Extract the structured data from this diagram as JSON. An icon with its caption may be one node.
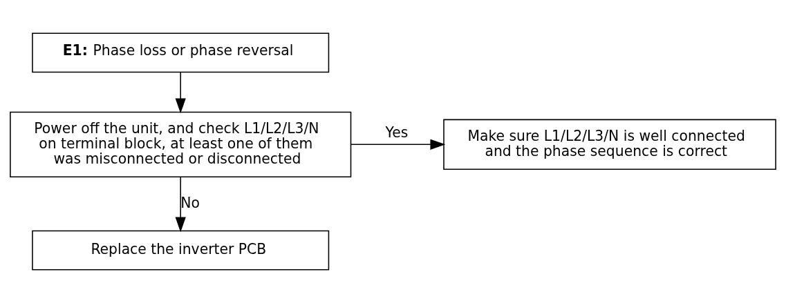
{
  "diagram": {
    "nodes": [
      {
        "text": [
          "**E1:** Phase loss or phase reversal"
        ]
      },
      {
        "text": [
          "Power off the unit, and check L1/L2/L3/N on terminal block, at least one of them was misconnected or disconnected"
        ]
      },
      {
        "text": [
          "Make sure L1/L2/L3/N is well connected and the phase sequence is correct"
        ]
      },
      {
        "text": [
          "Replace the inverter PCB"
        ]
      }
    ],
    "edges": [
      {
        "from": 0,
        "to": 1,
        "arrow": "to"
      },
      {
        "from": 1,
        "to": 2,
        "arrow": "to",
        "label": "Yes"
      },
      {
        "from": 1,
        "to": 3,
        "arrow": "to",
        "label": "No"
      }
    ]
  }
}
